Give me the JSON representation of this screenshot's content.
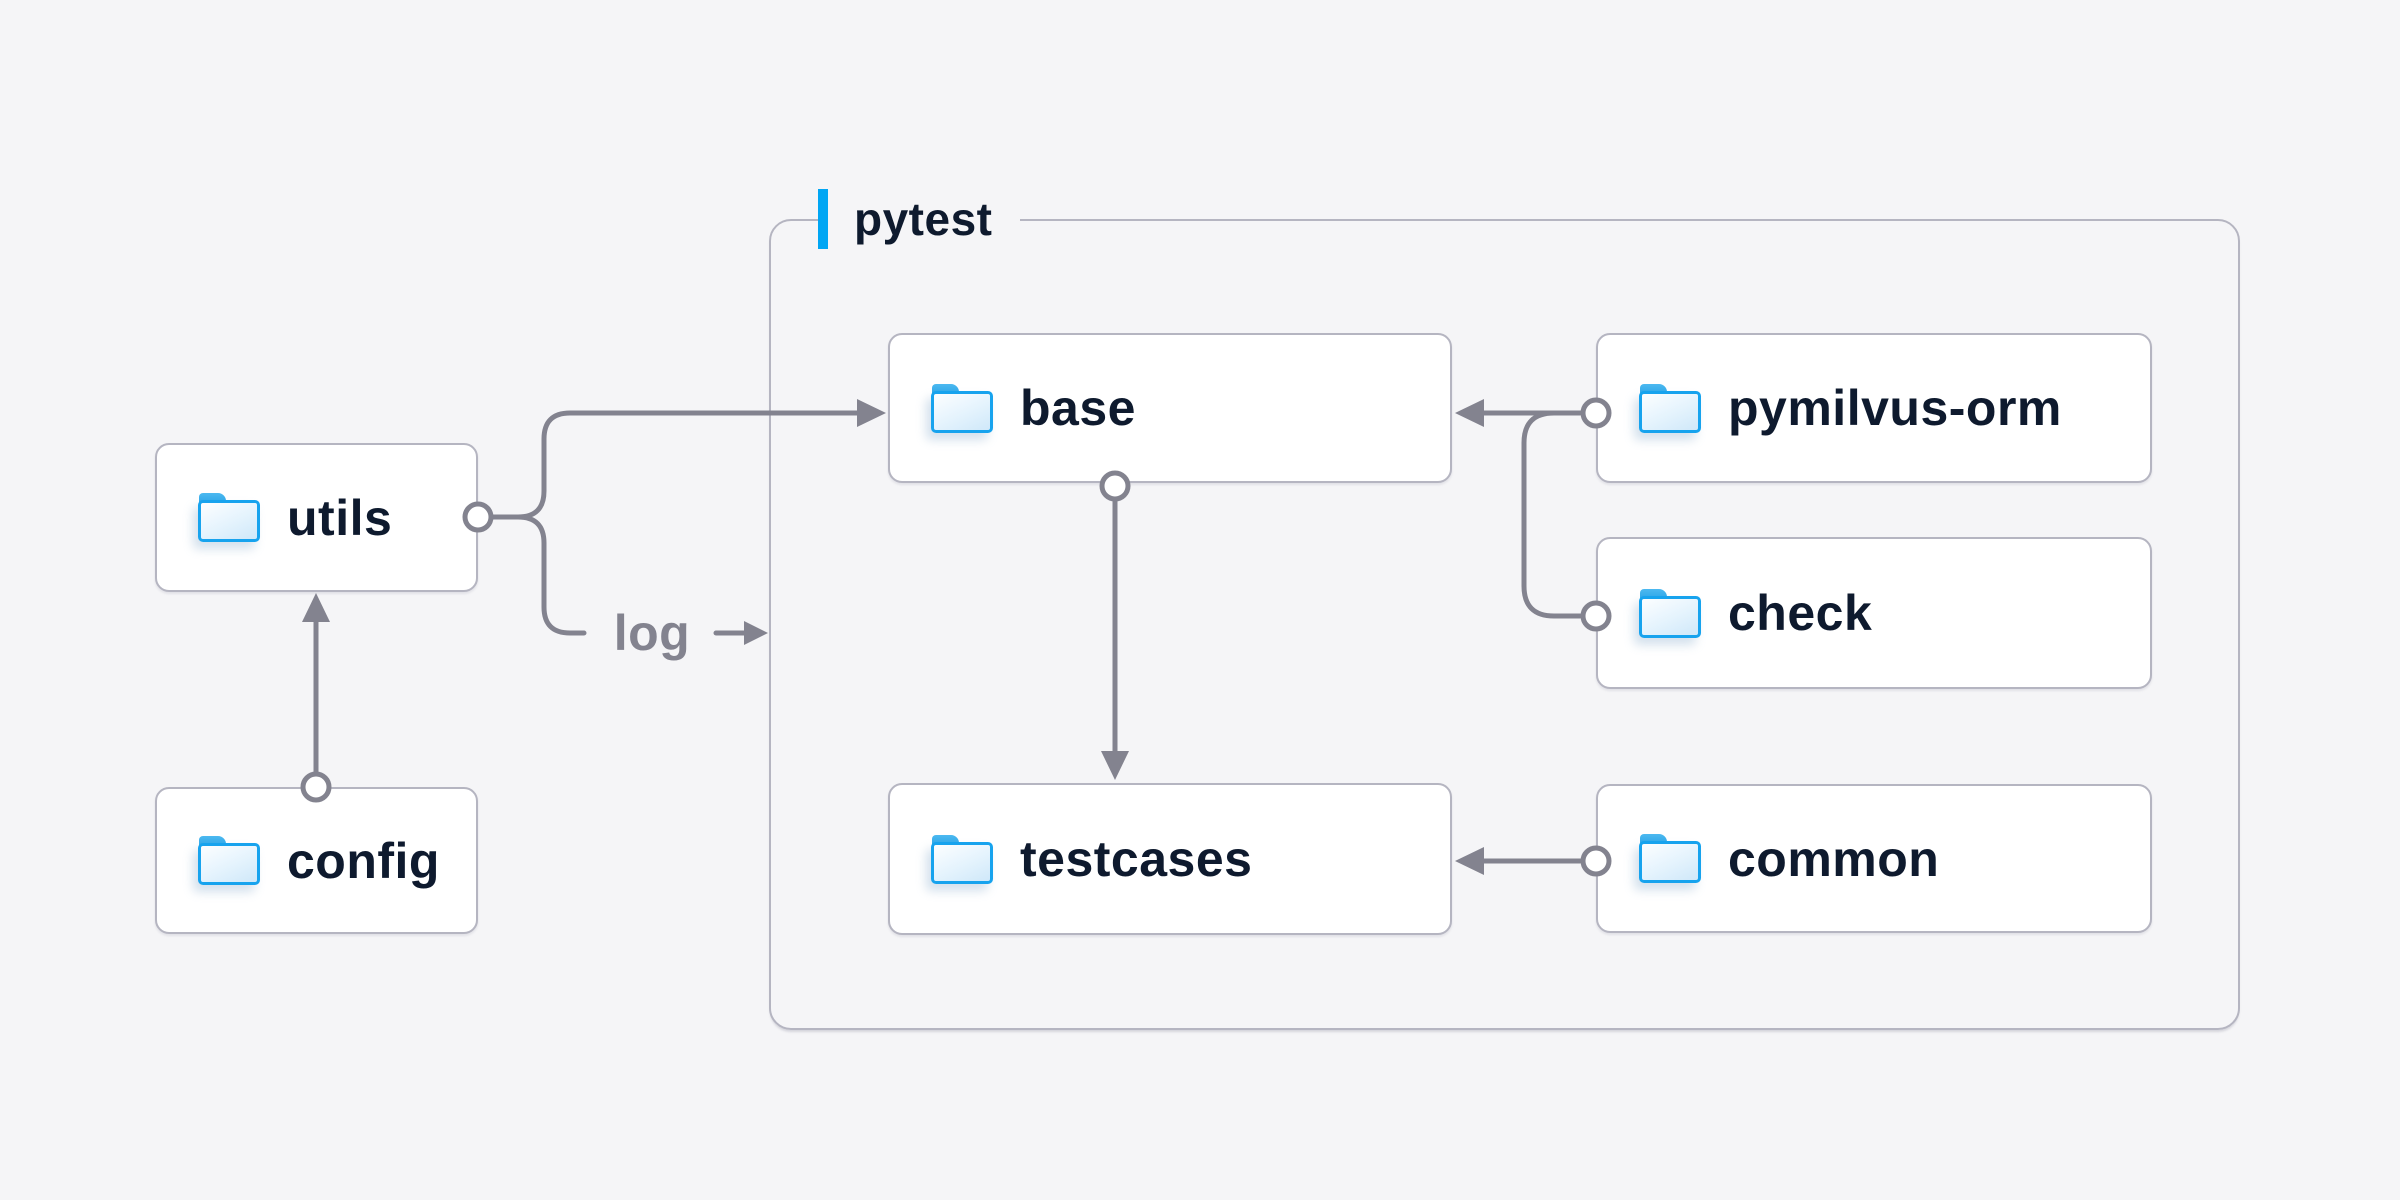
{
  "diagram": {
    "group": {
      "label": "pytest"
    },
    "nodes": {
      "utils": {
        "label": "utils",
        "icon": "folder-icon"
      },
      "config": {
        "label": "config",
        "icon": "folder-icon"
      },
      "base": {
        "label": "base",
        "icon": "folder-icon"
      },
      "testcases": {
        "label": "testcases",
        "icon": "folder-icon"
      },
      "pymilvus_orm": {
        "label": "pymilvus-orm",
        "icon": "folder-icon"
      },
      "check": {
        "label": "check",
        "icon": "folder-icon"
      },
      "common": {
        "label": "common",
        "icon": "folder-icon"
      }
    },
    "edge_label": {
      "label": "log"
    },
    "edges": [
      {
        "from": "config",
        "to": "utils",
        "start": "circle",
        "end": "arrow"
      },
      {
        "from": "utils",
        "to": "base",
        "start": "circle",
        "end": "arrow"
      },
      {
        "from": "utils",
        "to": "log-label",
        "start": "circle",
        "end": "none"
      },
      {
        "from": "log-label",
        "to": "pytest-group-border",
        "start": "none",
        "end": "arrow"
      },
      {
        "from": "base",
        "to": "testcases",
        "start": "circle",
        "end": "arrow"
      },
      {
        "from": "pymilvus_orm",
        "to": "base",
        "start": "circle",
        "end": "arrow"
      },
      {
        "from": "check",
        "to": "base",
        "start": "circle",
        "end": "arrow"
      },
      {
        "from": "common",
        "to": "testcases",
        "start": "circle",
        "end": "arrow"
      }
    ],
    "colors": {
      "background": "#f5f5f7",
      "node_fill": "#ffffff",
      "node_border": "#b5b5c1",
      "group_border": "#b5b5c1",
      "connector": "#83838f",
      "accent_blue": "#00a6f4",
      "folder_blue": "#17a3ee",
      "label_text": "#0e1a2e",
      "edge_label_text": "#83838f"
    }
  }
}
